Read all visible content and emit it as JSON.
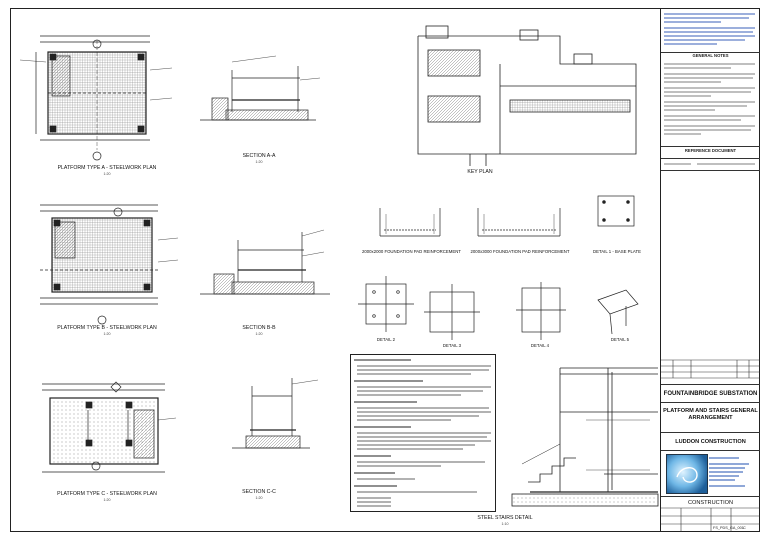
{
  "drawing": {
    "captions": {
      "plan_a": "PLATFORM TYPE A - STEELWORK PLAN",
      "plan_b": "PLATFORM TYPE B - STEELWORK PLAN",
      "plan_c": "PLATFORM TYPE C - STEELWORK PLAN",
      "section_a": "SECTION A-A",
      "section_b": "SECTION B-B",
      "section_c": "SECTION C-C",
      "key_plan": "KEY PLAN",
      "pad_1": "2000x2000 FOUNDATION PAD REINFORCEMENT",
      "pad_2": "2000x3000 FOUNDATION PAD REINFORCEMENT",
      "detail_1": "DETAIL 1 - BASE PLATE",
      "detail_2": "DETAIL 2",
      "detail_3": "DETAIL 3",
      "detail_4": "DETAIL 4",
      "detail_5": "DETAIL 5",
      "stairs": "STEEL STAIRS DETAIL"
    },
    "scales": {
      "default": "1:20",
      "detail": "1:10"
    }
  },
  "title_block": {
    "general_notes_title": "GENERAL NOTES",
    "reference_title": "REFERENCE DOCUMENT",
    "project": "FOUNTAINBRIDGE SUBSTATION",
    "drawing_title": "PLATFORM AND STAIRS GENERAL ARRANGEMENT",
    "client": "LUDDON CONSTRUCTION",
    "status": "CONSTRUCTION",
    "drawing_no": "FS_PDS_GA_001",
    "revision": "C"
  }
}
